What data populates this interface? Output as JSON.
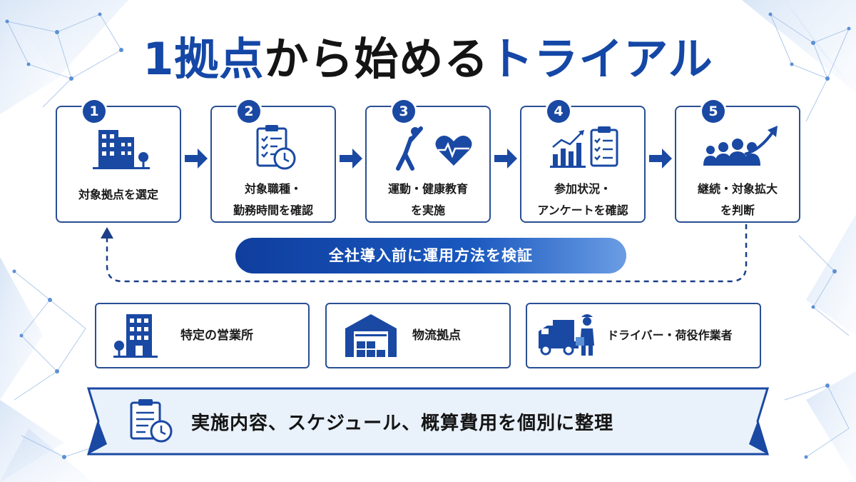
{
  "title": {
    "part1": "1拠点",
    "part2": "から始める",
    "part3": "トライアル"
  },
  "steps": [
    {
      "num": "1",
      "label": "対象拠点を選定",
      "icon": "office-building-icon"
    },
    {
      "num": "2",
      "label": "対象職種・\n勤務時間を確認",
      "icon": "clipboard-clock-icon"
    },
    {
      "num": "3",
      "label": "運動・健康教育\nを実施",
      "icon": "stretching-heart-icon"
    },
    {
      "num": "4",
      "label": "参加状況・\nアンケートを確認",
      "icon": "bar-chart-checklist-icon"
    },
    {
      "num": "5",
      "label": "継続・対象拡大\nを判断",
      "icon": "people-growth-icon"
    }
  ],
  "pill": "全社導入前に運用方法を検証",
  "targets": [
    {
      "label": "特定の営業所",
      "icon": "office-building-icon"
    },
    {
      "label": "物流拠点",
      "icon": "warehouse-icon"
    },
    {
      "label": "ドライバー・荷役作業者",
      "icon": "truck-worker-icon"
    }
  ],
  "banner": "実施内容、スケジュール、概算費用を個別に整理",
  "colors": {
    "primary": "#1a49a3",
    "border": "#2a4f94",
    "banner_bg": "#e9f1fb"
  }
}
